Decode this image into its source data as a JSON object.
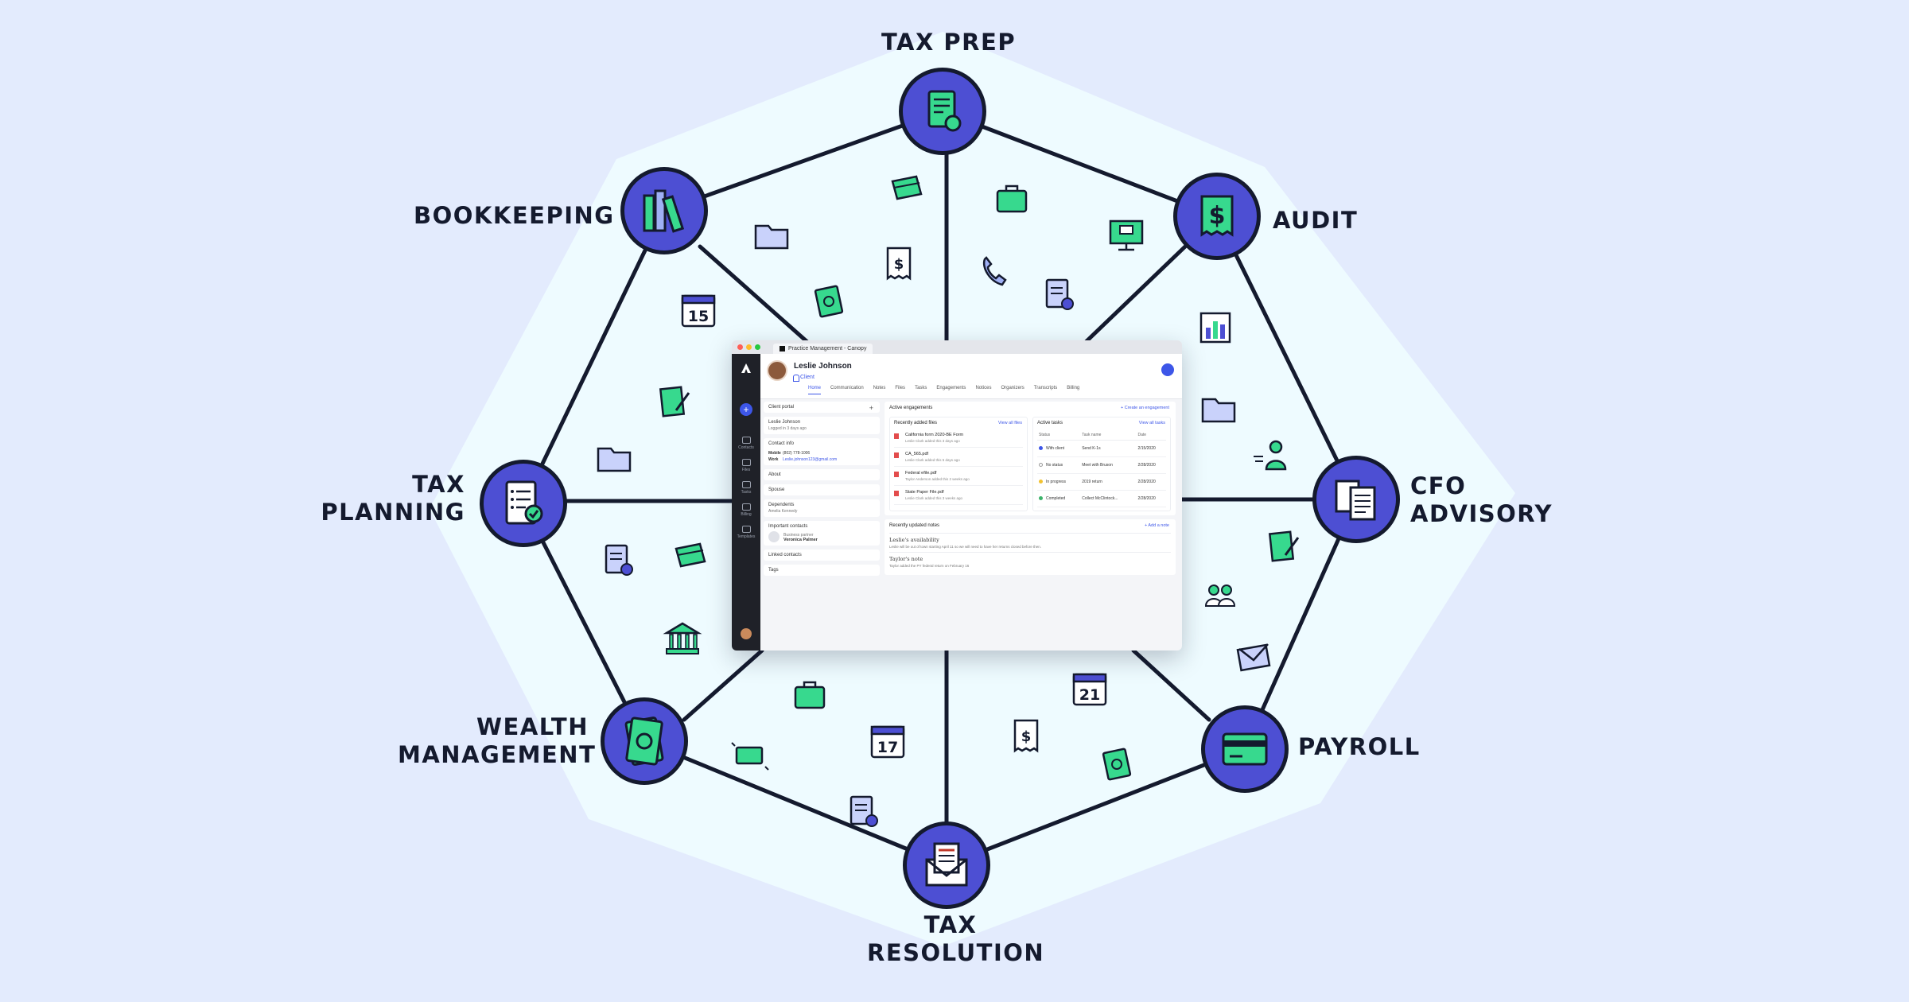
{
  "colors": {
    "background": "#e3ebfd",
    "octagon": "#eefbff",
    "node": "#4d4fd3",
    "ink": "#141a2e",
    "accent_green": "#37d98e",
    "app_blue": "#3d56e8"
  },
  "services": [
    {
      "id": "tax-prep",
      "lines": [
        "TAX PREP"
      ],
      "icon": "tax-document-icon"
    },
    {
      "id": "audit",
      "lines": [
        "AUDIT"
      ],
      "icon": "dollar-receipt-icon"
    },
    {
      "id": "cfo-advisory",
      "lines": [
        "CFO",
        "ADVISORY"
      ],
      "icon": "reports-stack-icon"
    },
    {
      "id": "payroll",
      "lines": [
        "PAYROLL"
      ],
      "icon": "credit-card-icon"
    },
    {
      "id": "tax-resolution",
      "lines": [
        "TAX",
        "RESOLUTION"
      ],
      "icon": "envelope-letter-icon"
    },
    {
      "id": "wealth-management",
      "lines": [
        "WEALTH",
        "MANAGEMENT"
      ],
      "icon": "money-stack-icon"
    },
    {
      "id": "tax-planning",
      "lines": [
        "TAX",
        "PLANNING"
      ],
      "icon": "checklist-icon"
    },
    {
      "id": "bookkeeping",
      "lines": [
        "BOOKKEEPING"
      ],
      "icon": "books-icon"
    }
  ],
  "doodles": [
    {
      "kind": "calendar",
      "text": "15"
    },
    {
      "kind": "calendar",
      "text": "17"
    },
    {
      "kind": "calendar",
      "text": "21"
    },
    {
      "kind": "dollar-doc",
      "text": "$"
    },
    {
      "kind": "dollar-doc",
      "text": "$"
    }
  ],
  "app": {
    "tab_title": "Practice Management - Canopy",
    "client_name": "Leslie Johnson",
    "client_type": "Client",
    "nav_tabs": [
      "Home",
      "Communication",
      "Notes",
      "Files",
      "Tasks",
      "Engagements",
      "Notices",
      "Organizers",
      "Transcripts",
      "Billing"
    ],
    "rail": [
      "Contacts",
      "Files",
      "Tasks",
      "Billing",
      "Templates"
    ],
    "left": {
      "client_portal": "Client portal",
      "portal_user": "Leslie Johnson",
      "portal_sub": "Logged in 3 days ago",
      "contact_info": "Contact info",
      "mobile_label": "Mobile",
      "mobile_value": "(802) 778-1006",
      "work_label": "Work",
      "work_value": "Leslie.johnson123@gmail.com",
      "about": "About",
      "spouse": "Spouse",
      "dependents": "Dependents",
      "dependent_name": "Amelia Kennedy",
      "important_contacts": "Important contacts",
      "contact_role": "Business partner",
      "contact_name": "Veronica Palmer",
      "linked_contacts": "Linked contacts",
      "tags": "Tags"
    },
    "main": {
      "engagements_title": "Active engagements",
      "create_engagement": "+ Create an engagement",
      "files_title": "Recently added files",
      "view_all_files": "View all files",
      "files": [
        {
          "name": "California form 2020-BE Form",
          "sub": "Leslie Clark added this 3 days ago"
        },
        {
          "name": "CA_565.pdf",
          "sub": "Leslie Clark added this 5 days ago"
        },
        {
          "name": "Federal efile.pdf",
          "sub": "Taylor Anderson added this 2 weeks ago"
        },
        {
          "name": "State Paper File.pdf",
          "sub": "Leslie Clark added this 3 weeks ago"
        }
      ],
      "tasks_title": "Active tasks",
      "view_all_tasks": "View all tasks",
      "task_headers": [
        "Status",
        "Task name",
        "Date"
      ],
      "tasks": [
        {
          "status": "With client",
          "name": "Send K-1s",
          "date": "2/15/2020",
          "color": "#3d56e8"
        },
        {
          "status": "No status",
          "name": "Meet with Bruson",
          "date": "2/28/2020",
          "color": "#ffffff"
        },
        {
          "status": "In progress",
          "name": "2019 return",
          "date": "2/28/2020",
          "color": "#f2c230"
        },
        {
          "status": "Completed",
          "name": "Collect McClintock...",
          "date": "2/28/2020",
          "color": "#3bb36a"
        }
      ],
      "notes_title": "Recently updated notes",
      "add_note": "+ Add a note",
      "notes": [
        {
          "title": "Leslie's availability",
          "body": "Leslie will be out of town starting April 11 so we will need to have her returns closed before then."
        },
        {
          "title": "Taylor's note",
          "body": "Taylor added the PY federal return on February 16"
        }
      ]
    }
  }
}
